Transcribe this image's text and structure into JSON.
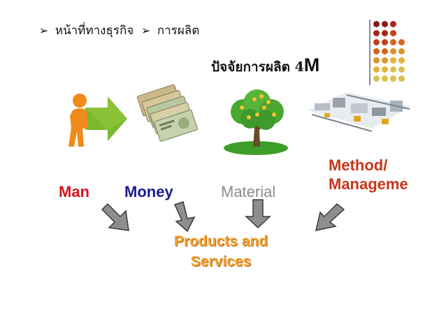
{
  "breadcrumb": {
    "arrow": "➢",
    "item1": "หน้าที่ทางธุรกิจ",
    "item2": "การผลิต"
  },
  "title": {
    "text": "ปัจจัยการผลิต 4",
    "suffix": "M"
  },
  "factors": {
    "man": "Man",
    "money": "Money",
    "material": "Material",
    "method_line1": "Method/",
    "method_line2": "Manageme"
  },
  "result": {
    "line1": "Products and",
    "line2": "Services"
  },
  "colors": {
    "man": "#d8141e",
    "money": "#1d1a8e",
    "material": "#8c8c8c",
    "method": "#c8361a",
    "products": "#f0a030",
    "arrow_fill": "#8e8e8e"
  },
  "icons": [
    "person-arrow-icon",
    "banknotes-icon",
    "tree-icon",
    "factory-line-icon"
  ]
}
